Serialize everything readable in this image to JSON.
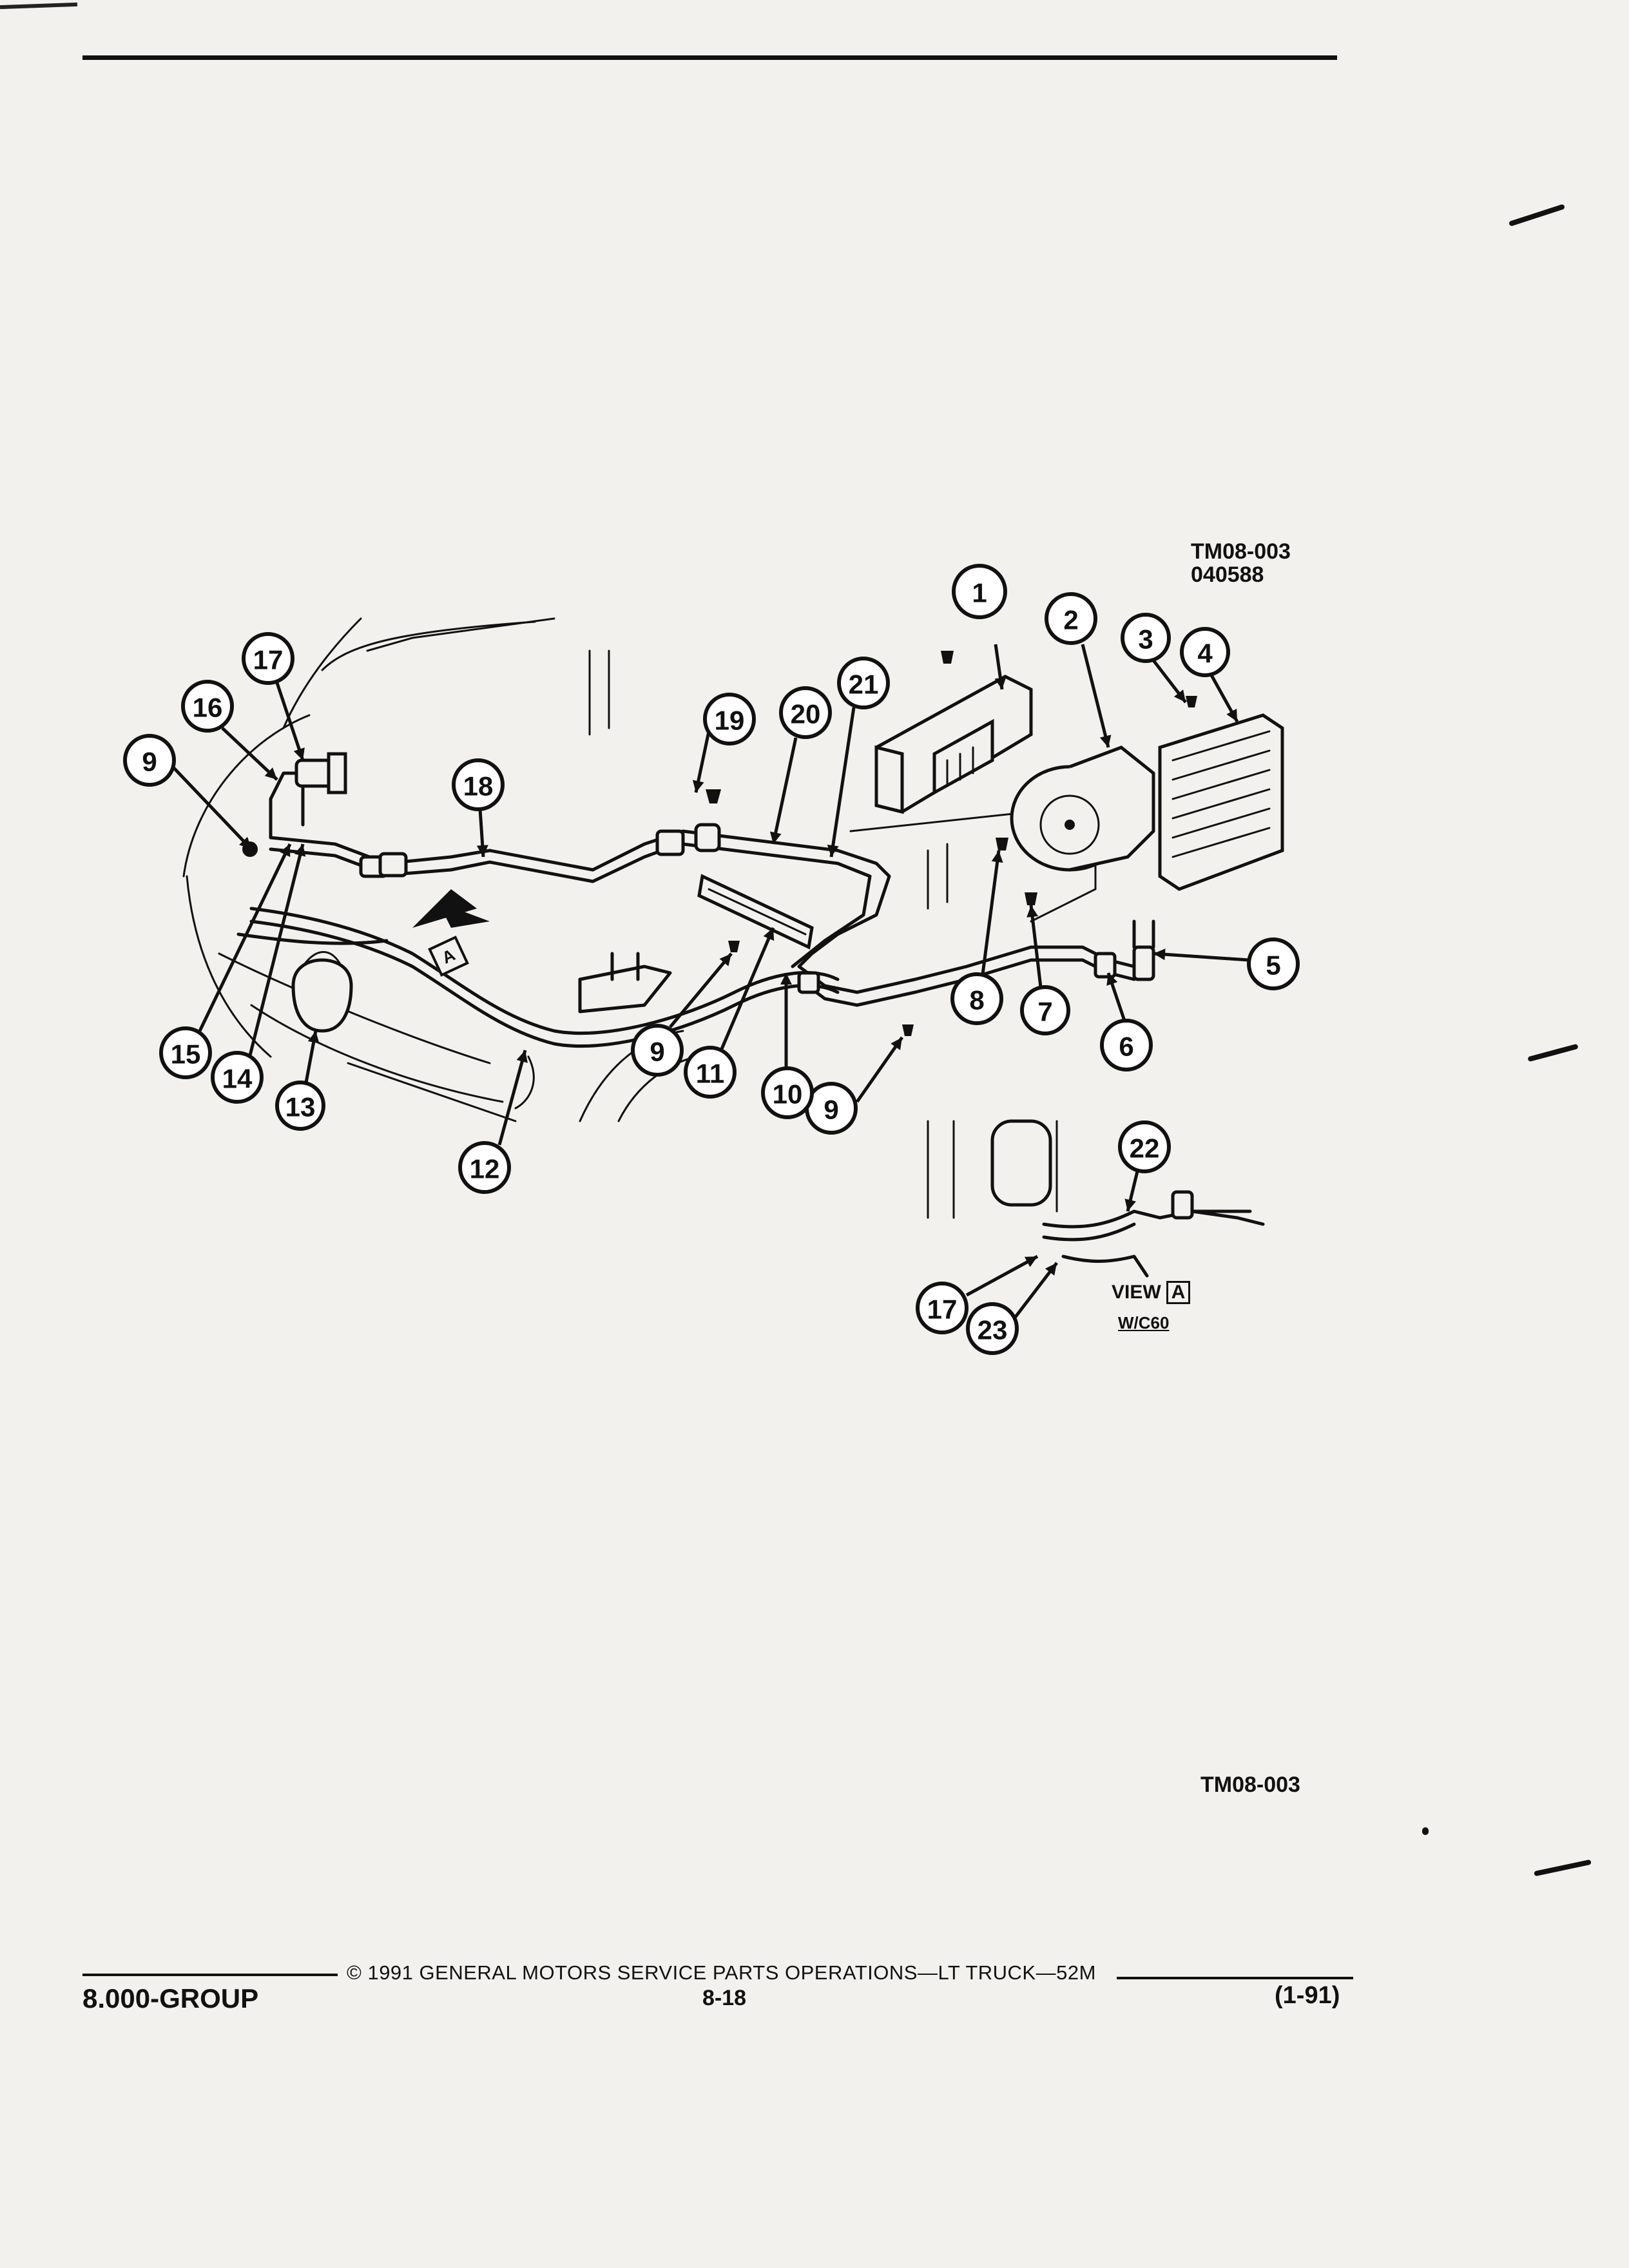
{
  "figure": {
    "code_top": "TM08-003",
    "date_code": "040588",
    "code_bottom": "TM08-003",
    "view_label": "VIEW",
    "view_letter": "A",
    "view_option": "W/C60",
    "view_marker_letter": "A"
  },
  "callouts": [
    {
      "n": "1"
    },
    {
      "n": "2"
    },
    {
      "n": "3"
    },
    {
      "n": "4"
    },
    {
      "n": "5"
    },
    {
      "n": "6"
    },
    {
      "n": "7"
    },
    {
      "n": "8"
    },
    {
      "n": "9"
    },
    {
      "n": "9"
    },
    {
      "n": "9"
    },
    {
      "n": "10"
    },
    {
      "n": "11"
    },
    {
      "n": "12"
    },
    {
      "n": "13"
    },
    {
      "n": "14"
    },
    {
      "n": "15"
    },
    {
      "n": "16"
    },
    {
      "n": "17"
    },
    {
      "n": "17"
    },
    {
      "n": "18"
    },
    {
      "n": "19"
    },
    {
      "n": "20"
    },
    {
      "n": "21"
    },
    {
      "n": "22"
    },
    {
      "n": "23"
    }
  ],
  "footer": {
    "copyright": "© 1991 GENERAL MOTORS SERVICE PARTS OPERATIONS—LT TRUCK—52M",
    "group": "8.000-GROUP",
    "page": "8-18",
    "revision": "(1-91)"
  }
}
